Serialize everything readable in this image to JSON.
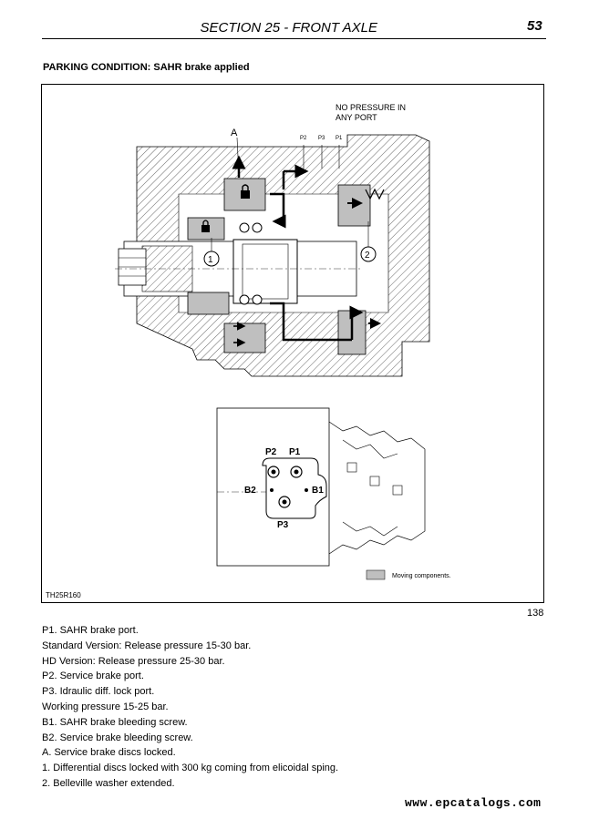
{
  "header": {
    "section_title": "SECTION 25 - FRONT AXLE",
    "page_number": "53"
  },
  "subtitle": "PARKING CONDITION: SAHR brake applied",
  "figure": {
    "pressure_note_line1": "NO PRESSURE IN",
    "pressure_note_line2": "ANY PORT",
    "port_top_p2": "P2",
    "port_top_p3": "P3",
    "port_top_p1": "P1",
    "callout_a": "A",
    "callout_1": "1",
    "callout_2": "2",
    "port_p2": "P2",
    "port_p1": "P1",
    "port_b2": "B2",
    "port_b1": "B1",
    "port_p3": "P3",
    "legend_text": "Moving components.",
    "figure_code": "TH25R160",
    "legend_color": "#bfbfbf"
  },
  "figure_number": "138",
  "notes": [
    "P1. SAHR brake port.",
    "Standard Version: Release pressure 15-30 bar.",
    "HD Version: Release pressure 25-30 bar.",
    "P2. Service brake port.",
    "P3. Idraulic diff. lock port.",
    "Working pressure 15-25 bar.",
    "B1. SAHR brake bleeding screw.",
    "B2. Service brake bleeding screw.",
    "A. Service brake discs locked.",
    "1. Differential discs locked with 300 kg coming from elicoidal sping.",
    "2. Belleville washer extended."
  ],
  "watermark": "www.epcatalogs.com"
}
